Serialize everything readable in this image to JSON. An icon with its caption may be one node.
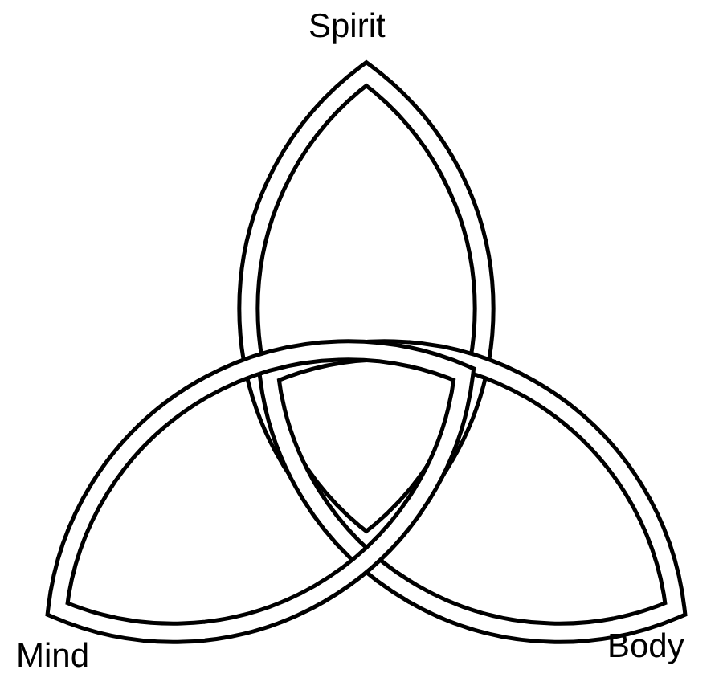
{
  "diagram": {
    "labels": [
      "Spirit",
      "Mind",
      "Body"
    ]
  }
}
